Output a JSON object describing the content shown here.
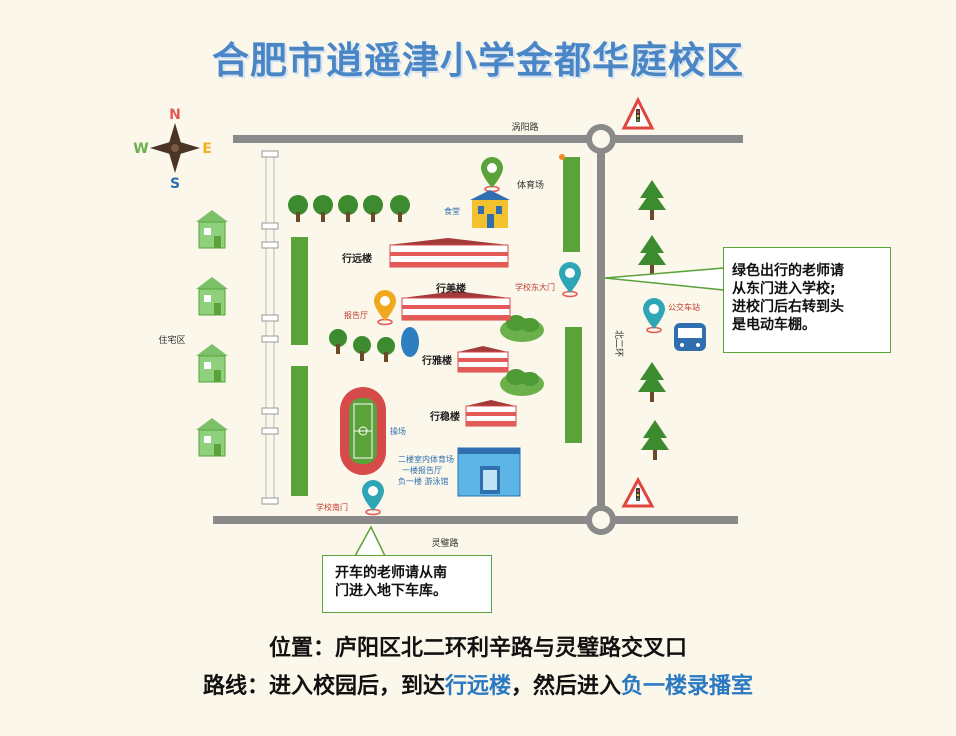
{
  "title": "合肥市逍遥津小学金都华庭校区",
  "compass": {
    "n": "N",
    "s": "S",
    "e": "E",
    "w": "W"
  },
  "roads": {
    "north": "涡阳路",
    "south": "灵璧路",
    "east": "北二环"
  },
  "areas": {
    "residential": "住宅区",
    "pe_field": "体育场",
    "canteen": "食堂",
    "report_hall": "报告厅",
    "playground": "操场",
    "east_gate": "学校东大门",
    "south_gate": "学校南门",
    "bus_stop": "公交车站"
  },
  "buildings": {
    "xingyuan": "行远楼",
    "xingmei": "行美楼",
    "xingya": "行雅楼",
    "xingwen": "行稳楼"
  },
  "gym_note": [
    "二楼室内体育场",
    "一楼报告厅",
    "负一楼 游泳馆"
  ],
  "callouts": {
    "east": "绿色出行的老师请\n 从东门进入学校;\n进校门后右转到头\n是电动车棚。",
    "south": "开车的老师请从南\n门进入地下车库。"
  },
  "info": {
    "location": "位置：庐阳区北二环利辛路与灵璧路交叉口",
    "route_prefix": "路线：进入校园后，到达",
    "route_highlight1": "行远楼",
    "route_middle": "，然后进入",
    "route_highlight2": "负一楼录播室"
  },
  "colors": {
    "title": "#4a86c6",
    "road": "#8a8a8a",
    "hedge": "#5aa23a",
    "pin": "#5aa23a",
    "pin_gate": "#2fa6b5",
    "pin_orange": "#f2a81d",
    "highlight": "#2a79c2"
  }
}
